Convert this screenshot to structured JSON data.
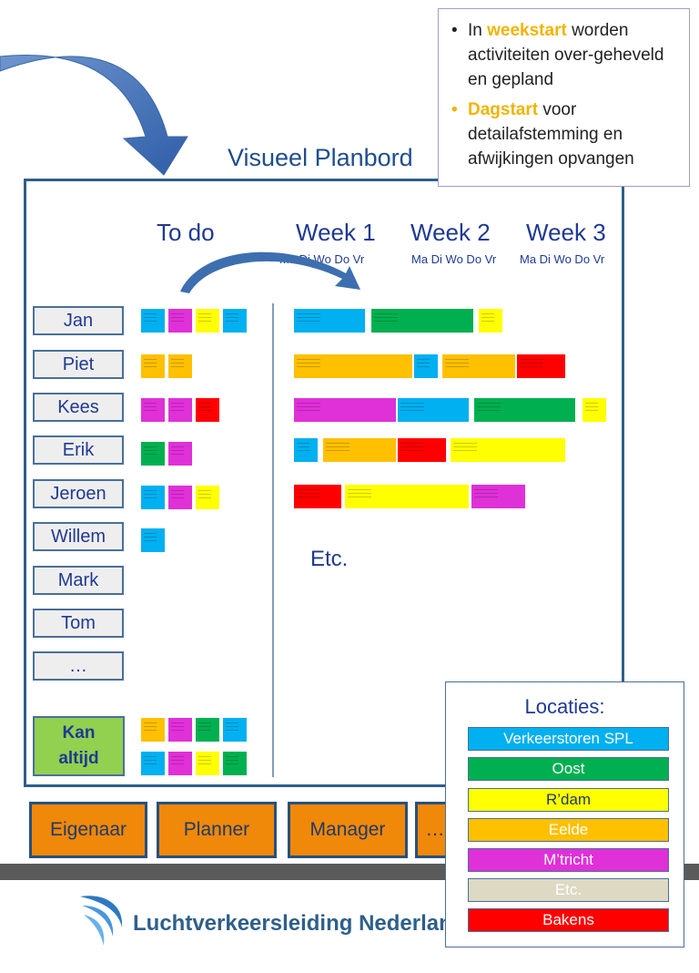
{
  "board": {
    "title": "Visueel Planbord",
    "todo_header": "To do",
    "weeks": [
      {
        "label": "Week 1",
        "days": "Ma Di Wo Do Vr"
      },
      {
        "label": "Week 2",
        "days": "Ma Di Wo Do Vr"
      },
      {
        "label": "Week 3",
        "days": "Ma Di Wo Do Vr"
      }
    ],
    "people": [
      "Jan",
      "Piet",
      "Kees",
      "Erik",
      "Jeroen",
      "Willem",
      "Mark",
      "Tom",
      "…"
    ],
    "kan_altijd": "Kan altijd",
    "etc_label": "Etc."
  },
  "notes": {
    "item1_pre": "In ",
    "item1_highlight": "weekstart",
    "item1_post": " worden activiteiten over-geheveld en gepland",
    "item2_highlight": "Dagstart",
    "item2_post": " voor detailafstemming en afwijkingen opvangen"
  },
  "locaties": {
    "title": "Locaties:",
    "items": [
      {
        "label": "Verkeerstoren SPL",
        "color": "#00b0f0",
        "text_color": "#ffffff"
      },
      {
        "label": "Oost",
        "color": "#00b050",
        "text_color": "#ffffff"
      },
      {
        "label": "R’dam",
        "color": "#ffff00",
        "text_color": "#1f3a66"
      },
      {
        "label": "Eelde",
        "color": "#ffc000",
        "text_color": "#ffffff"
      },
      {
        "label": "M’tricht",
        "color": "#e030d8",
        "text_color": "#ffffff"
      },
      {
        "label": "Etc.",
        "color": "#ddd9c3",
        "text_color": "#ffffff"
      },
      {
        "label": "Bakens",
        "color": "#ff0000",
        "text_color": "#ffffff"
      }
    ]
  },
  "roles": [
    "Eigenaar",
    "Planner",
    "Manager",
    "…"
  ],
  "logo_text": "Luchtverkeersleiding Nederland"
}
